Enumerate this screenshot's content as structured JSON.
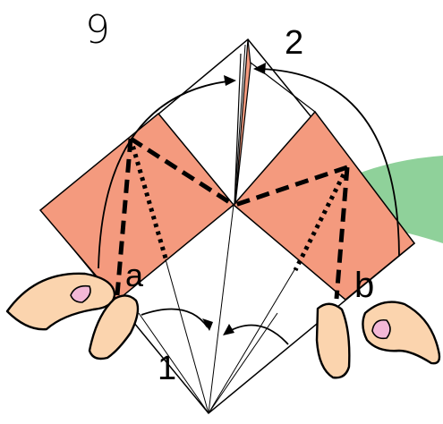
{
  "diagram": {
    "step_number": "9",
    "labels": {
      "step_2": "2",
      "step_1": "1",
      "point_a": "a",
      "point_b": "b"
    },
    "colors": {
      "paper_colored_side": "#F49A7E",
      "paper_white_side": "#FFFFFF",
      "highlight_stripe": "#8FD19A",
      "hand_skin": "#FBD4AE",
      "fingernail": "#F3B8D6",
      "line": "#000000"
    }
  }
}
